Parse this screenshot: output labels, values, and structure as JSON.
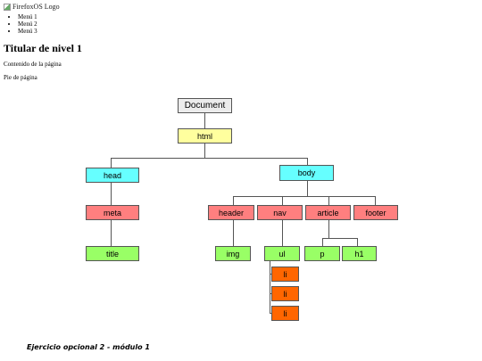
{
  "document": {
    "logo_alt": "FirefoxOS Logo",
    "menu": [
      "Menú 1",
      "Menú 2",
      "Menú 3"
    ],
    "heading": "Titular de nivel 1",
    "content": "Contenido de la página",
    "footer": "Pie de página"
  },
  "tree": {
    "document": "Document",
    "html": "html",
    "head": "head",
    "body": "body",
    "meta": "meta",
    "title": "title",
    "header": "header",
    "nav": "nav",
    "article": "article",
    "footer": "footer",
    "img": "img",
    "ul": "ul",
    "p": "p",
    "h1": "h1",
    "li": [
      "li",
      "li",
      "li"
    ]
  },
  "colors": {
    "document": "#ececec",
    "html": "#ffff9e",
    "cyan": "#66ffff",
    "red": "#ff7f7f",
    "green": "#99ff66",
    "orange": "#ff6600"
  },
  "caption": "Ejercicio opcional 2 - módulo 1"
}
